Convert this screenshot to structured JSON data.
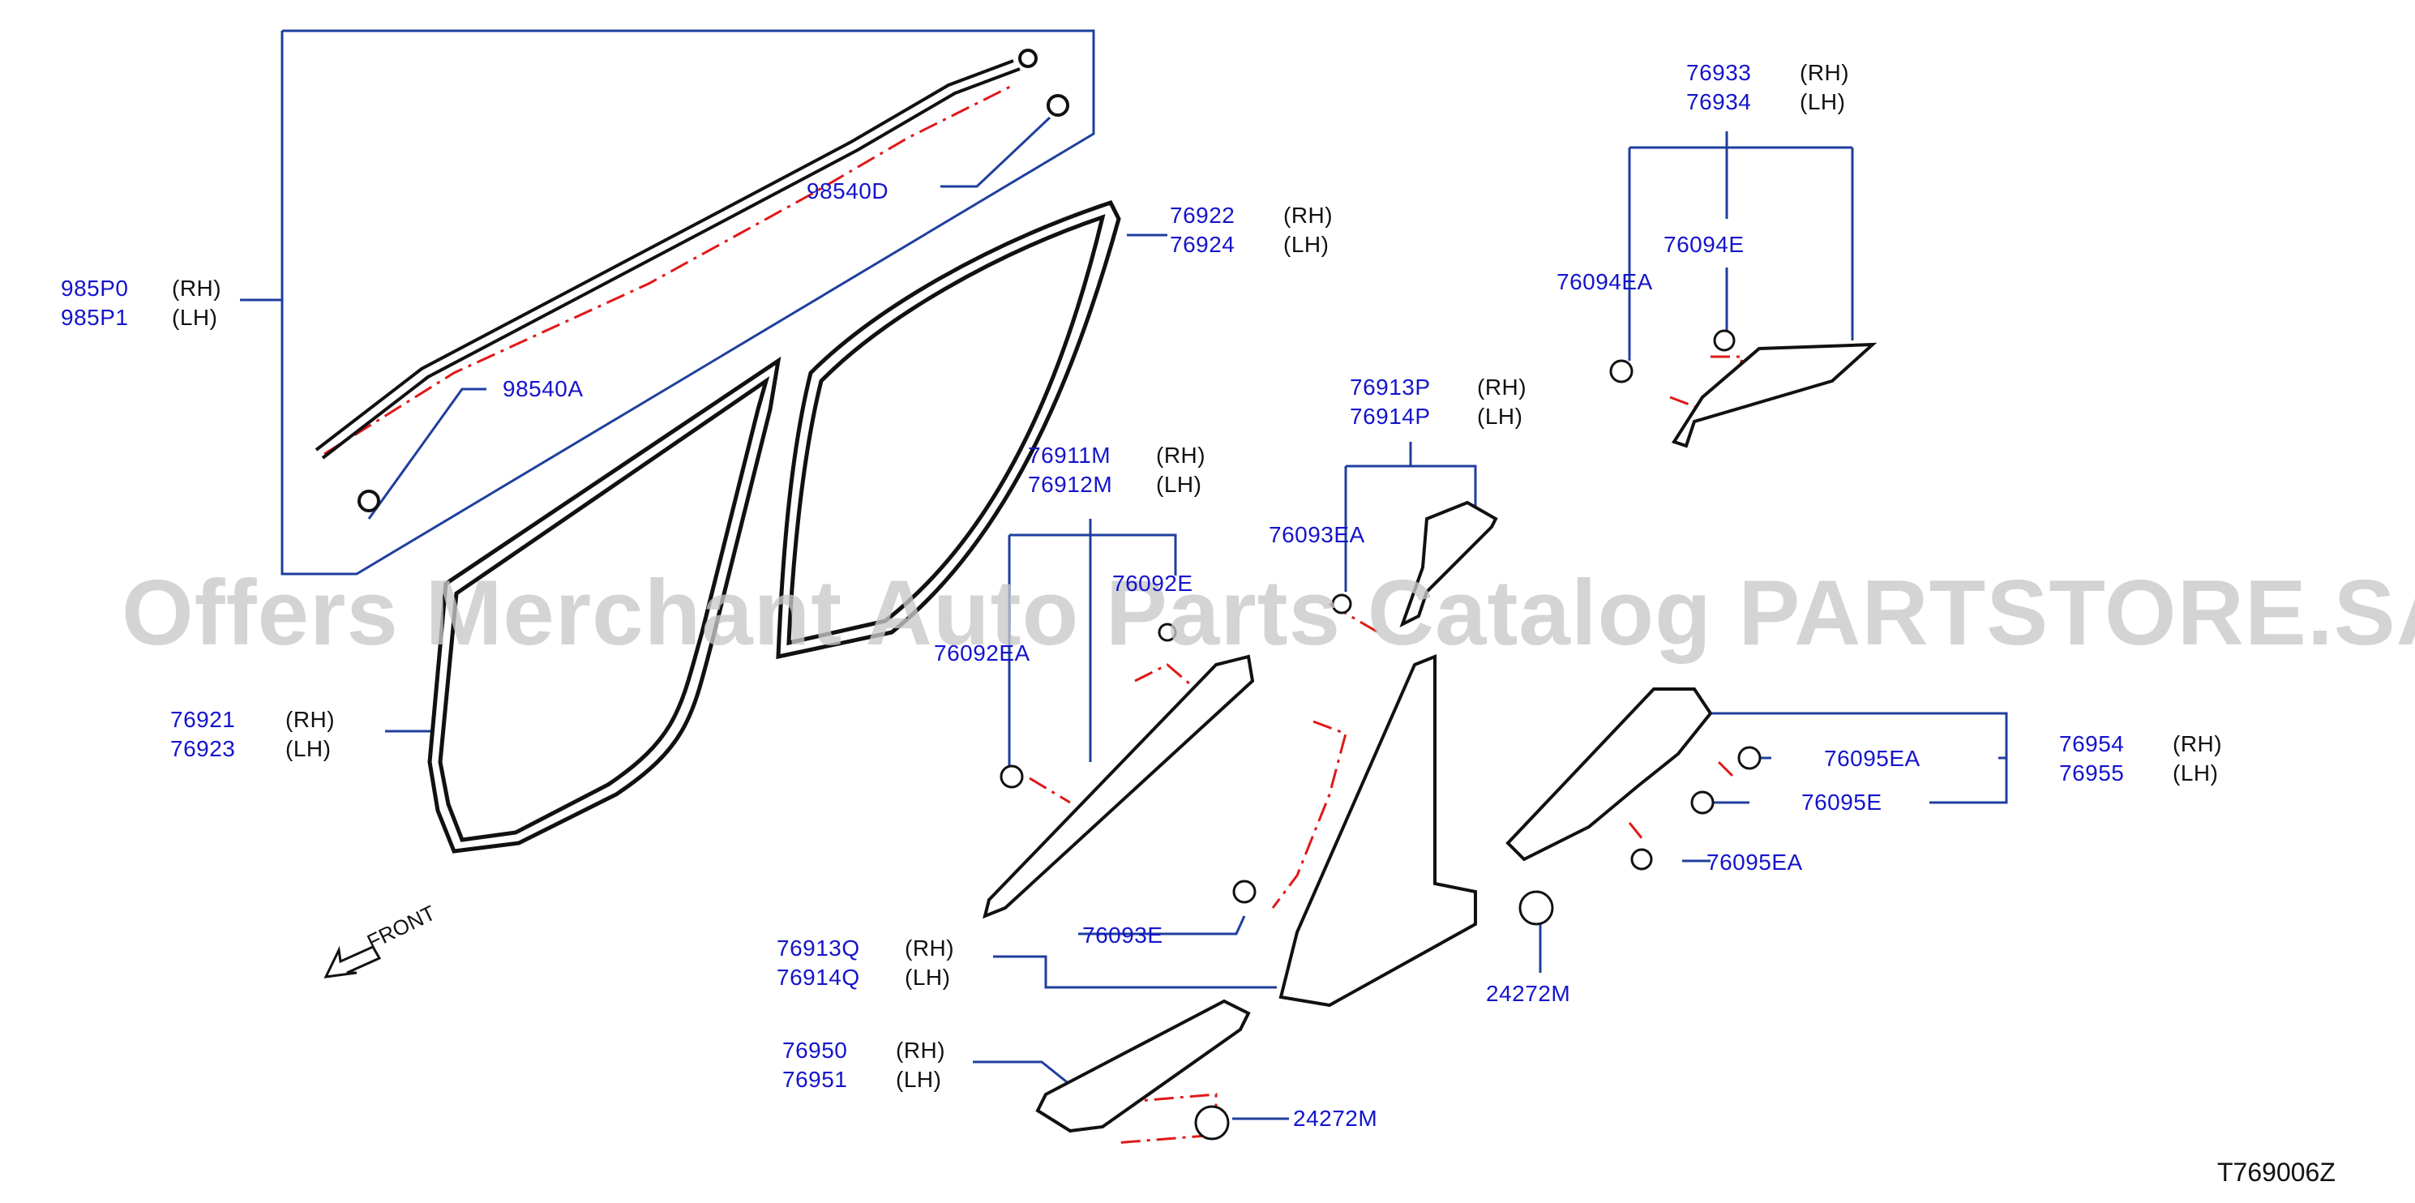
{
  "watermark": "Offers Merchant Auto Parts Catalog PARTSTORE.SA",
  "diagram_ref": "T769006Z",
  "front_label": "FRONT",
  "side_labels": {
    "rh": "(RH)",
    "lh": "(LH)"
  },
  "parts": {
    "p985P0": "985P0",
    "p985P1": "985P1",
    "p98540D": "98540D",
    "p98540A": "98540A",
    "p76922": "76922",
    "p76924": "76924",
    "p76921": "76921",
    "p76923": "76923",
    "p76933": "76933",
    "p76934": "76934",
    "p76094E": "76094E",
    "p76094EA": "76094EA",
    "p76913P": "76913P",
    "p76914P": "76914P",
    "p76093EA": "76093EA",
    "p76911M": "76911M",
    "p76912M": "76912M",
    "p76092E": "76092E",
    "p76092EA": "76092EA",
    "p76954": "76954",
    "p76955": "76955",
    "p76095EA_top": "76095EA",
    "p76095E": "76095E",
    "p76095EA_bot": "76095EA",
    "p24272M_right": "24272M",
    "p76913Q": "76913Q",
    "p76914Q": "76914Q",
    "p76093E": "76093E",
    "p76950": "76950",
    "p76951": "76951",
    "p24272M_bottom": "24272M"
  },
  "colors": {
    "leader": "#1f3f9e",
    "label": "#1414cc",
    "dash": "#e01818",
    "outline": "#111111"
  }
}
